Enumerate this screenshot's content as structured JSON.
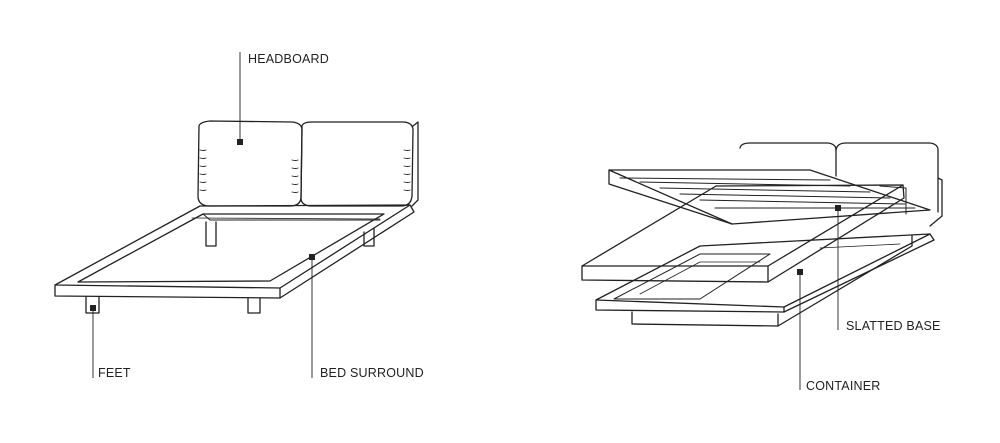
{
  "labels": {
    "headboard": "HEADBOARD",
    "feet": "FEET",
    "bed_surround": "BED SURROUND",
    "slatted_base": "SLATTED BASE",
    "container": "CONTAINER"
  },
  "colors": {
    "line": "#222222",
    "background": "#ffffff"
  }
}
